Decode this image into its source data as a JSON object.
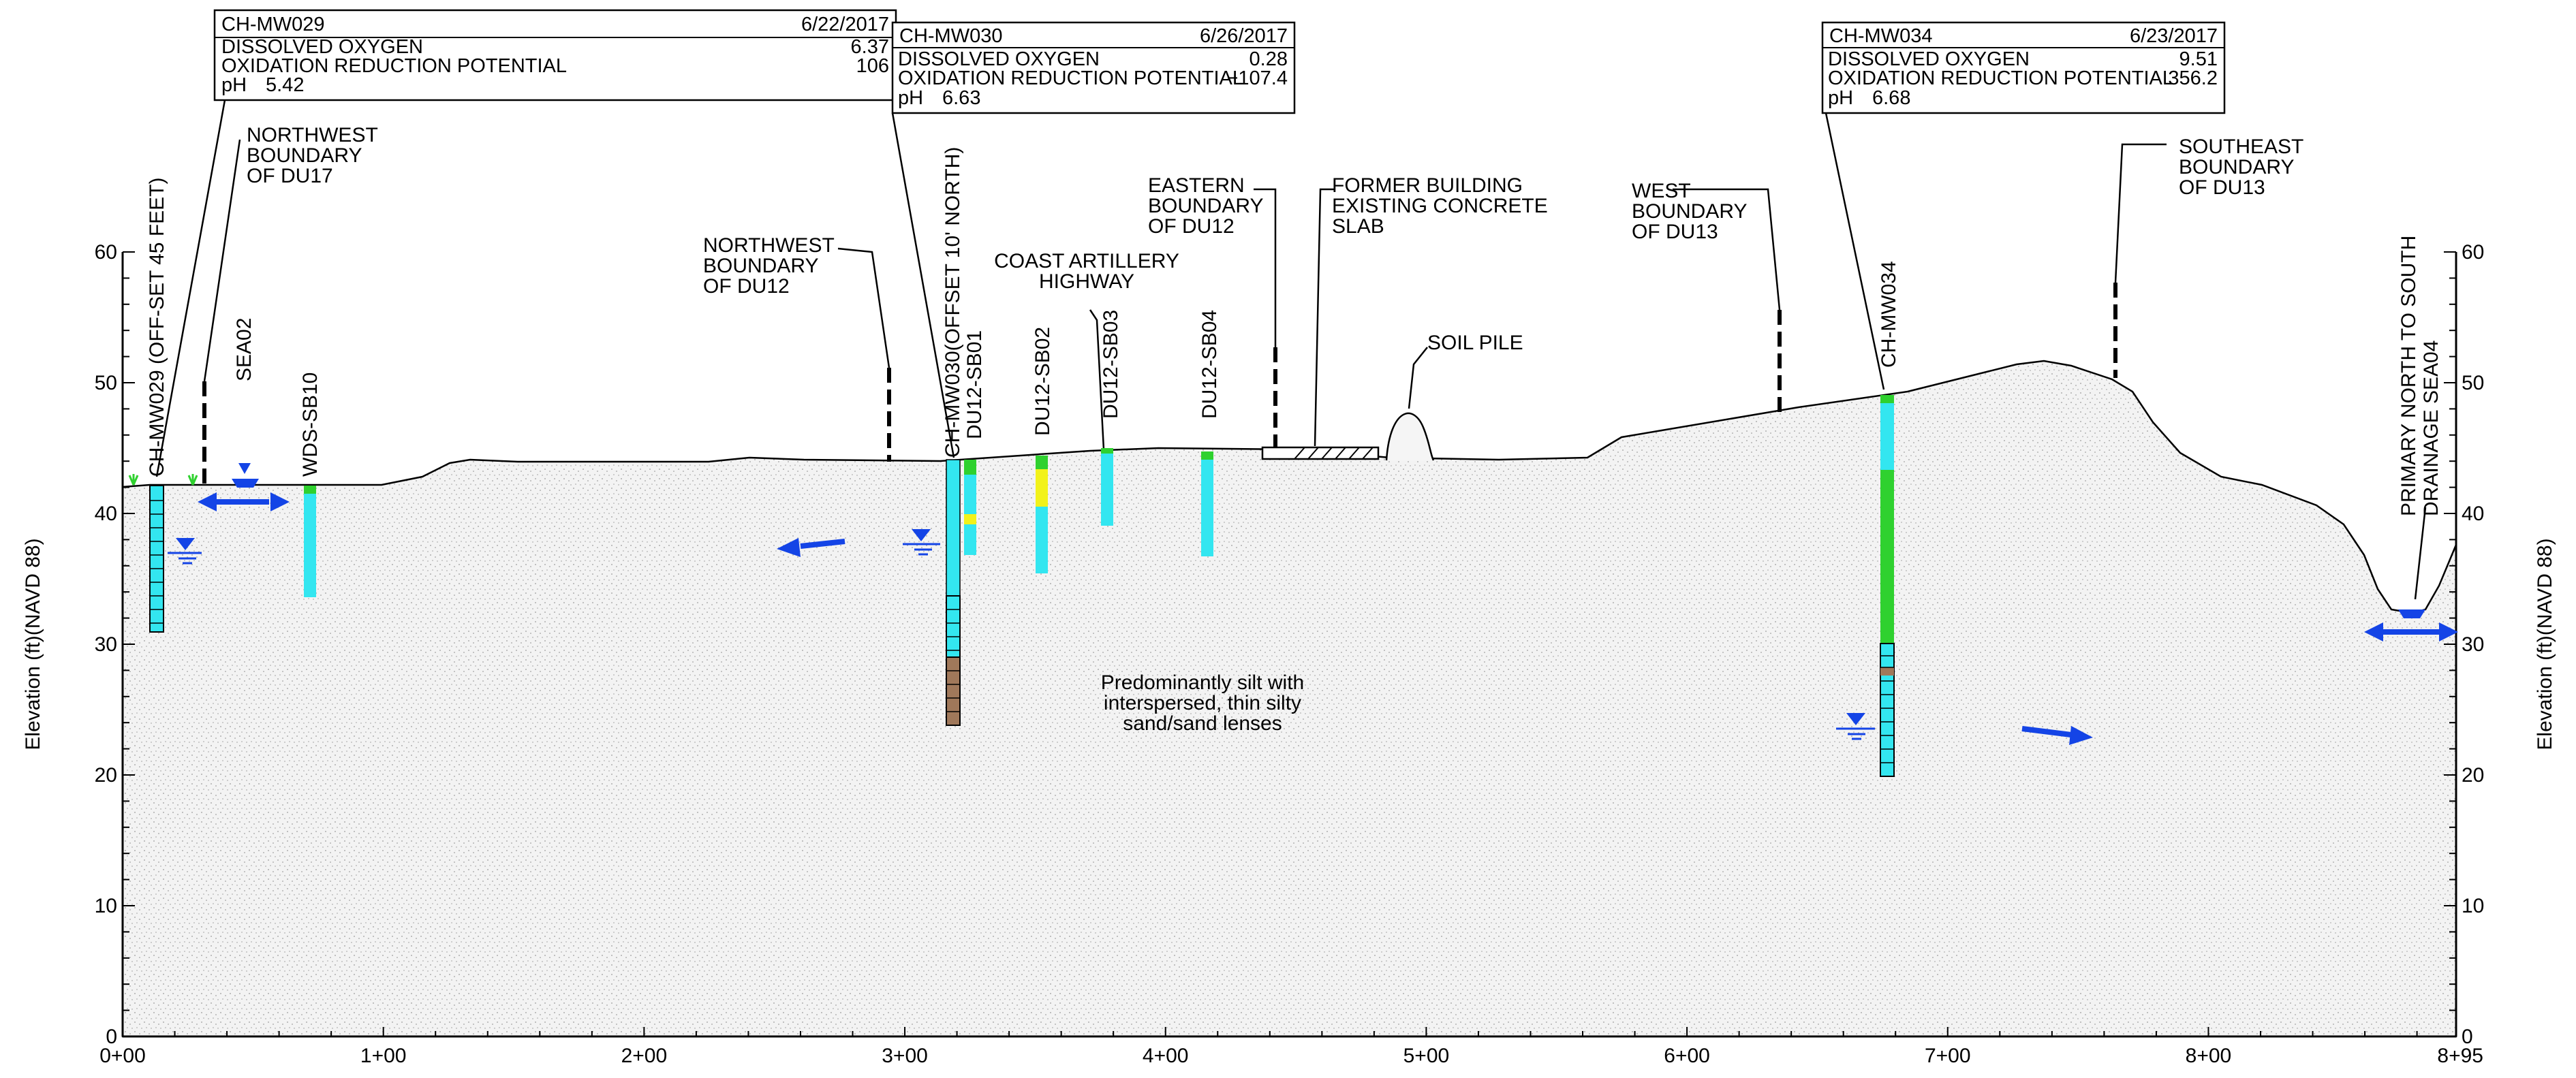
{
  "axes": {
    "left_title": "Elevation (ft)(NAVD 88)",
    "right_title": "Elevation (ft)(NAVD 88)",
    "y_ticks": [
      "0",
      "10",
      "20",
      "30",
      "40",
      "50",
      "60"
    ],
    "x_ticks": [
      "0+00",
      "1+00",
      "2+00",
      "3+00",
      "4+00",
      "5+00",
      "6+00",
      "7+00",
      "8+00",
      "8+95"
    ]
  },
  "boxes": [
    {
      "well": "CH-MW029",
      "date": "6/22/2017",
      "r1l": "DISSOLVED OXYGEN",
      "r1v": "6.37",
      "r2l": "OXIDATION REDUCTION POTENTIAL",
      "r2v": "106",
      "r3l": "pH",
      "r3v": "5.42"
    },
    {
      "well": "CH-MW030",
      "date": "6/26/2017",
      "r1l": "DISSOLVED OXYGEN",
      "r1v": "0.28",
      "r2l": "OXIDATION REDUCTION POTENTIAL",
      "r2v": "−107.4",
      "r3l": "pH",
      "r3v": "6.63"
    },
    {
      "well": "CH-MW034",
      "date": "6/23/2017",
      "r1l": "DISSOLVED OXYGEN",
      "r1v": "9.51",
      "r2l": "OXIDATION REDUCTION POTENTIAL",
      "r2v": "356.2",
      "r3l": "pH",
      "r3v": "6.68"
    }
  ],
  "annotations": {
    "nw_du17": [
      "NORTHWEST",
      "BOUNDARY",
      "OF DU17"
    ],
    "nw_du12": [
      "NORTHWEST",
      "BOUNDARY",
      "OF DU12"
    ],
    "coast": [
      "COAST ARTILLERY",
      "HIGHWAY"
    ],
    "east_du12": [
      "EASTERN",
      "BOUNDARY",
      "OF DU12"
    ],
    "building": [
      "FORMER BUILDING",
      "EXISTING CONCRETE",
      "SLAB"
    ],
    "soil_pile": "SOIL PILE",
    "west_du13": [
      "WEST",
      "BOUNDARY",
      "OF DU13"
    ],
    "se_du13": [
      "SOUTHEAST",
      "BOUNDARY",
      "OF DU13"
    ],
    "drainage": [
      "PRIMARY NORTH TO SOUTH",
      "DRAINAGE SEA04"
    ],
    "silt_note": [
      "Predominantly silt with",
      "interspersed, thin silty",
      "sand/sand lenses"
    ]
  },
  "borings": {
    "mw029": "CH-MW029 (OFF-SET 45 FEET)",
    "sea02": "SEA02",
    "wds_sb10": "WDS-SB10",
    "mw030": "CH-MW030(OFFSET 10' NORTH)",
    "du12_sb01": "DU12-SB01",
    "du12_sb02": "DU12-SB02",
    "du12_sb03": "DU12-SB03",
    "du12_sb04": "DU12-SB04",
    "mw034": "CH-MW034"
  },
  "colors": {
    "cyan": "#33e6f0",
    "green": "#2fd12f",
    "yellow": "#f2f21a",
    "brown": "#a0785a",
    "arrow_blue": "#1444e6",
    "water_blue": "#1444e6",
    "soil_fill": "#f0f0f0"
  }
}
